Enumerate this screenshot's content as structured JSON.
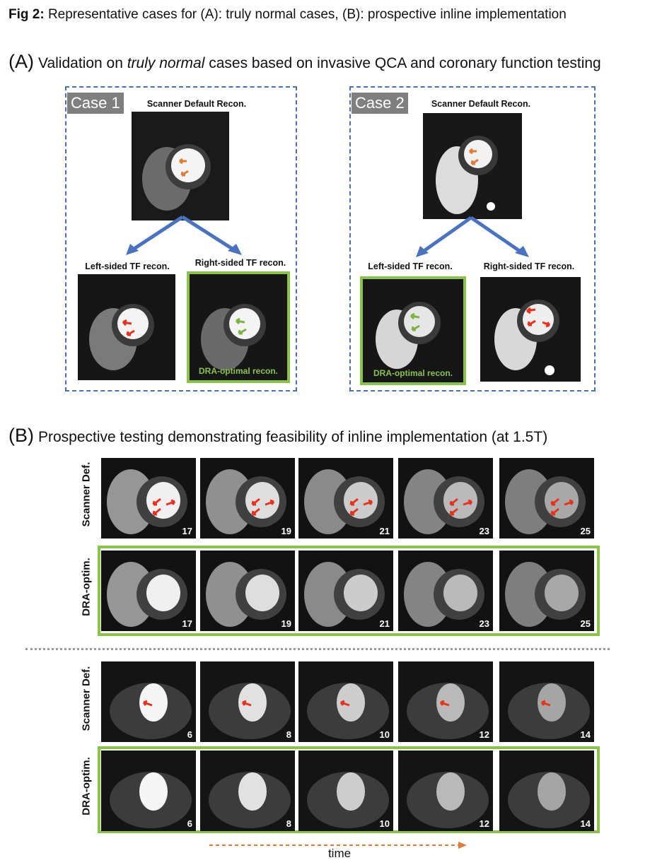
{
  "figure": {
    "title_bold": "Fig 2:",
    "title_rest": " Representative cases for (A): truly normal cases, (B): prospective inline implementation"
  },
  "section_a": {
    "letter": "(A)",
    "title_pre": "Validation on ",
    "title_italic": "truly normal",
    "title_post": " cases based on invasive QCA and coronary function testing",
    "cases": [
      {
        "tag": "Case 1",
        "default_label": "Scanner Default Recon.",
        "left_label": "Left-sided TF recon.",
        "right_label": "Right-sided TF recon.",
        "dra_caption": "DRA-optimal recon.",
        "optimal_side": "right"
      },
      {
        "tag": "Case 2",
        "default_label": "Scanner Default Recon.",
        "left_label": "Left-sided TF recon.",
        "right_label": "Right-sided TF recon.",
        "dra_caption": "DRA-optimal recon.",
        "optimal_side": "left"
      }
    ]
  },
  "section_b": {
    "letter": "(B)",
    "title": "Prospective testing demonstrating feasibility of inline implementation (at 1.5T)",
    "row_labels": {
      "scanner": "Scanner Def.",
      "dra": "DRA-optim."
    },
    "group1_frames": [
      "17",
      "19",
      "21",
      "23",
      "25"
    ],
    "group2_frames": [
      "6",
      "8",
      "10",
      "12",
      "14"
    ],
    "time_label": "time"
  },
  "colors": {
    "dashed_box": "#4a6fb5",
    "green_frame": "#8bc34a",
    "red_arrow": "#e8321e",
    "orange_arrow": "#e07b39",
    "green_arrow": "#7cb342",
    "time_arrow": "#e07b39"
  }
}
